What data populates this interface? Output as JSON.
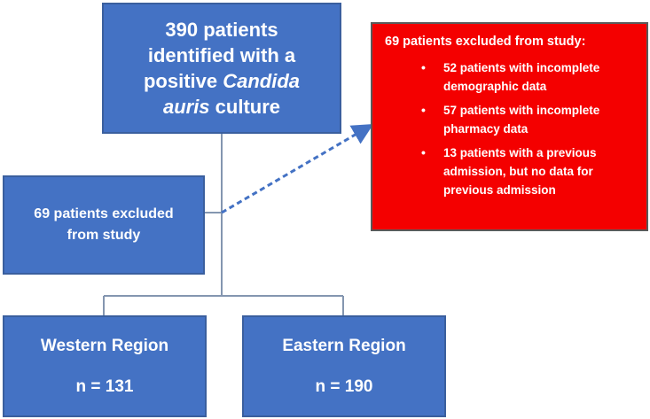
{
  "flowchart": {
    "identified": {
      "line1": "390 patients",
      "line2": "identified with a",
      "line3_prefix": "positive ",
      "line3_italic": "Candida",
      "line4_italic": "auris",
      "line4_suffix": " culture"
    },
    "excluded_summary": {
      "line1": "69 patients excluded",
      "line2": "from study"
    },
    "excluded_detail": {
      "heading": "69 patients excluded from study:",
      "items": [
        {
          "line1": "52 patients with incomplete",
          "line2": "demographic data"
        },
        {
          "line1": "57 patients with incomplete",
          "line2": "pharmacy data"
        },
        {
          "line1": "13 patients with a previous",
          "line2": "admission,  but no data for",
          "line3": "previous admission"
        }
      ],
      "bullet_char": "•"
    },
    "western": {
      "label": "Western Region",
      "n": "n = 131"
    },
    "eastern": {
      "label": "Eastern Region",
      "n": "n = 190"
    }
  },
  "colors": {
    "blue_box": "#4472c4",
    "red_box": "#f40000",
    "connector": "#8496b0",
    "dashed_arrow": "#4472c4"
  }
}
